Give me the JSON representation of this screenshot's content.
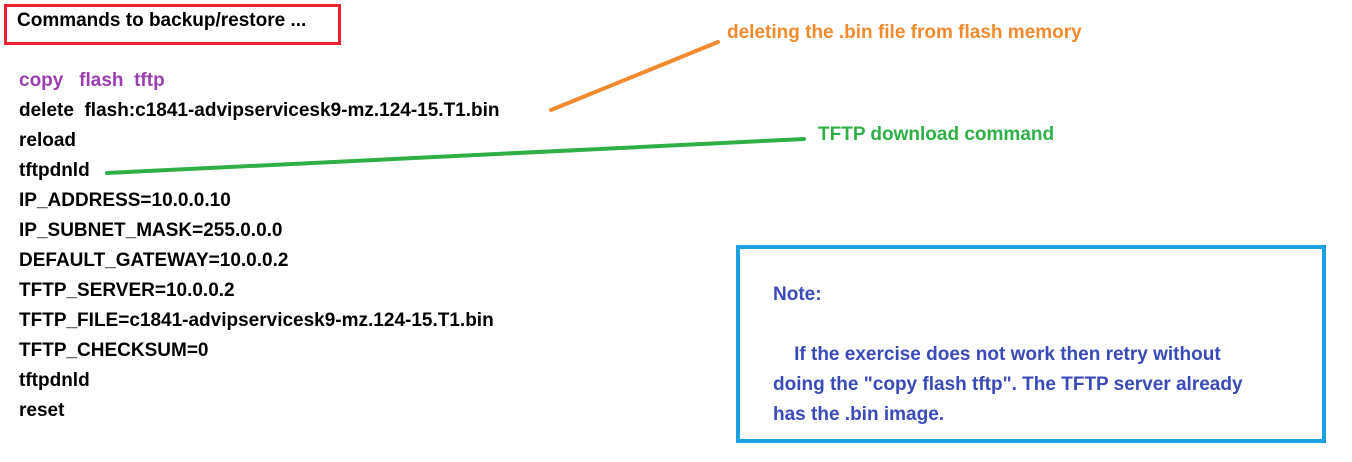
{
  "title": "Commands to backup/restore ...",
  "commands": [
    {
      "text": "copy   flash  tftp",
      "highlight": true
    },
    {
      "text": "delete  flash:c1841-advipservicesk9-mz.124-15.T1.bin",
      "highlight": false
    },
    {
      "text": "reload",
      "highlight": false
    },
    {
      "text": "tftpdnld",
      "highlight": false
    },
    {
      "text": "IP_ADDRESS=10.0.0.10",
      "highlight": false
    },
    {
      "text": "IP_SUBNET_MASK=255.0.0.0",
      "highlight": false
    },
    {
      "text": "DEFAULT_GATEWAY=10.0.0.2",
      "highlight": false
    },
    {
      "text": "TFTP_SERVER=10.0.0.2",
      "highlight": false
    },
    {
      "text": "TFTP_FILE=c1841-advipservicesk9-mz.124-15.T1.bin",
      "highlight": false
    },
    {
      "text": "TFTP_CHECKSUM=0",
      "highlight": false
    },
    {
      "text": "tftpdnld",
      "highlight": false
    },
    {
      "text": "reset",
      "highlight": false
    }
  ],
  "annotations": {
    "delete_note": "deleting the .bin file from flash memory",
    "tftp_note": "TFTP download command"
  },
  "note": {
    "title": "Note:",
    "lines": [
      "    If the exercise does not work then retry without",
      "doing the \"copy flash tftp\". The TFTP server already",
      "has the .bin image."
    ]
  },
  "colors": {
    "title_border": "#e8212a",
    "highlight_command": "#9b3fb0",
    "orange_annotation": "#f28a2e",
    "green_annotation": "#2fb047",
    "note_border": "#1ea0e0",
    "note_text": "#3a4ab8"
  }
}
